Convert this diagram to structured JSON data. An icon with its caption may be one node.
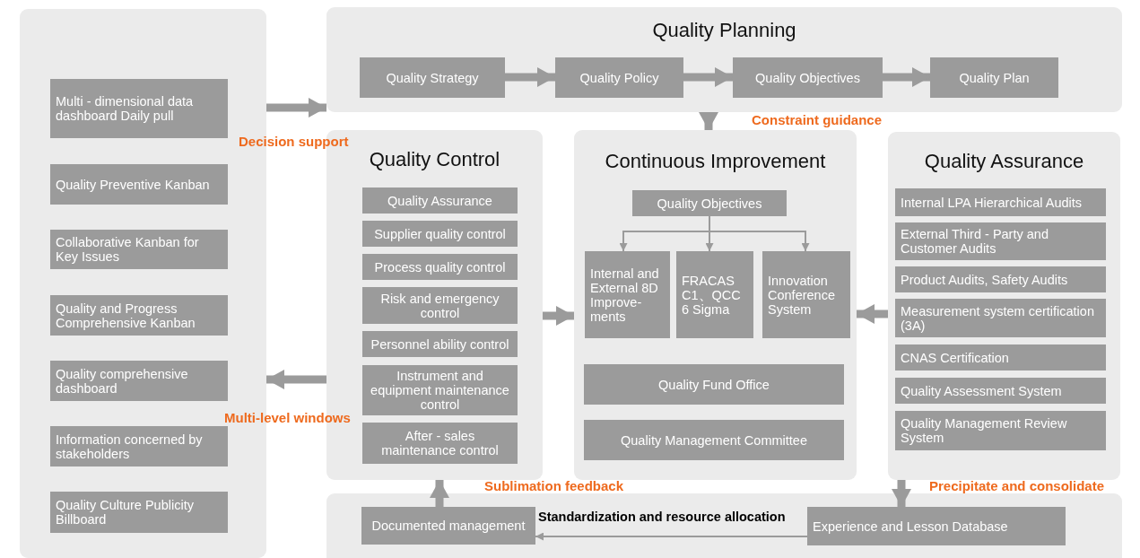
{
  "diagram": {
    "nodes": [
      {
        "text": [],
        "shape": "box"
      },
      {
        "text": [
          "Multi - dimensional data dashboard  Daily pull"
        ],
        "in": 0
      },
      {
        "text": [
          "Quality Preventive Kanban"
        ],
        "in": 0
      },
      {
        "text": [
          "Collaborative Kanban for Key Issues"
        ],
        "in": 0
      },
      {
        "text": [
          "Quality and Progress Comprehensive Kanban"
        ],
        "in": 0
      },
      {
        "text": [
          "Quality comprehensive dashboard"
        ],
        "in": 0
      },
      {
        "text": [
          "Information concerned by stakeholders"
        ],
        "in": 0
      },
      {
        "text": [
          "Quality Culture Publicity Billboard"
        ],
        "in": 0
      },
      {
        "text": [
          "Quality Planning"
        ]
      },
      {
        "text": [
          "Quality Strategy"
        ],
        "in": 8
      },
      {
        "text": [
          "Quality Policy"
        ],
        "in": 8
      },
      {
        "text": [
          "Quality Objectives"
        ],
        "in": 8
      },
      {
        "text": [
          "Quality Plan"
        ],
        "in": 8
      },
      {
        "text": [
          "Quality Control"
        ]
      },
      {
        "text": [
          "Quality Assurance"
        ],
        "in": 13
      },
      {
        "text": [
          "Supplier quality control"
        ],
        "in": 13
      },
      {
        "text": [
          "Process quality control"
        ],
        "in": 13
      },
      {
        "text": [
          "Risk and emergency control"
        ],
        "in": 13
      },
      {
        "text": [
          "Personnel ability control"
        ],
        "in": 13
      },
      {
        "text": [
          "Instrument and equipment maintenance control"
        ],
        "in": 13
      },
      {
        "text": [
          "After - sales maintenance control"
        ],
        "in": 13
      },
      {
        "text": [
          "Continuous Improvement"
        ]
      },
      {
        "text": [
          "Quality Objectives"
        ],
        "in": 21
      },
      {
        "text": [
          "Internal and External 8D Improve- ments"
        ],
        "in": 21
      },
      {
        "text": [
          "FRACAS C1、QCC 6 Sigma"
        ],
        "in": 21
      },
      {
        "text": [
          "Innovation Conference System"
        ],
        "in": 21
      },
      {
        "text": [
          "Quality Fund Office"
        ],
        "in": 21
      },
      {
        "text": [
          "Quality Management Committee"
        ],
        "in": 21
      },
      {
        "text": [
          "Quality Assurance"
        ]
      },
      {
        "text": [
          "Internal LPA Hierarchical Audits"
        ],
        "in": 28
      },
      {
        "text": [
          "External Third - Party and Customer Audits"
        ],
        "in": 28
      },
      {
        "text": [
          "Product Audits, Safety Audits"
        ],
        "in": 28
      },
      {
        "text": [
          "Measurement system certification (3A)"
        ],
        "in": 28
      },
      {
        "text": [
          "CNAS Certification"
        ],
        "in": 28
      },
      {
        "text": [
          "Quality Assessment System"
        ],
        "in": 28
      },
      {
        "text": [
          "Quality Management Review System"
        ],
        "in": 28
      },
      {
        "text": [],
        "shape": "box"
      },
      {
        "text": [
          "Documented management"
        ],
        "in": 36
      },
      {
        "text": [
          "Experience and Lesson Database"
        ],
        "in": 36
      }
    ],
    "edges": [
      {
        "from": 0,
        "to": 8,
        "arrow": "to",
        "label": "Decision support"
      },
      {
        "from": 9,
        "to": 10,
        "arrow": "to"
      },
      {
        "from": 10,
        "to": 11,
        "arrow": "to"
      },
      {
        "from": 11,
        "to": 12,
        "arrow": "to"
      },
      {
        "from": 8,
        "to": 21,
        "arrow": "to",
        "label": "Constraint guidance"
      },
      {
        "from": 13,
        "to": 0,
        "arrow": "to",
        "label": "Multi-level windows"
      },
      {
        "from": 13,
        "to": 21,
        "arrow": "to"
      },
      {
        "from": 28,
        "to": 21,
        "arrow": "to"
      },
      {
        "from": 22,
        "to": 23,
        "arrow": "to"
      },
      {
        "from": 22,
        "to": 24,
        "arrow": "to"
      },
      {
        "from": 22,
        "to": 25,
        "arrow": "to"
      },
      {
        "from": 28,
        "to": 38,
        "arrow": "to",
        "label": "Precipitate and consolidate"
      },
      {
        "from": 37,
        "to": 13,
        "arrow": "to",
        "label": "Sublimation feedback"
      },
      {
        "from": 38,
        "to": 37,
        "arrow": "to",
        "label": "Standardization and resource allocation"
      }
    ]
  }
}
